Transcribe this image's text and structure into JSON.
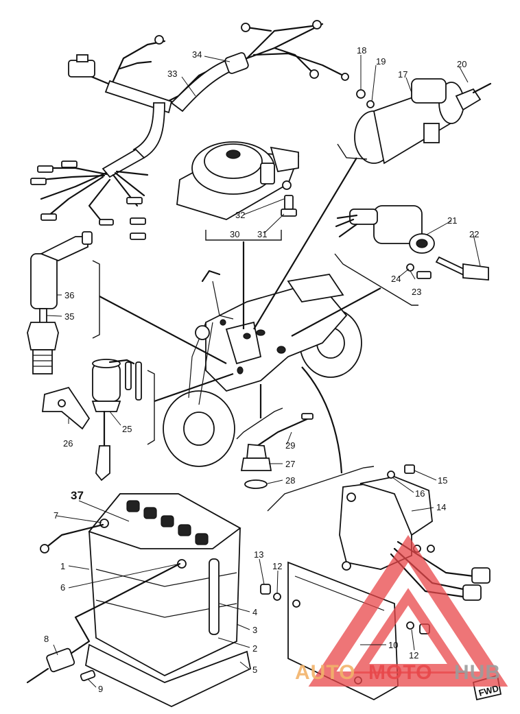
{
  "callouts": [
    {
      "id": "c1",
      "label": "1"
    },
    {
      "id": "c2",
      "label": "2"
    },
    {
      "id": "c3",
      "label": "3"
    },
    {
      "id": "c4",
      "label": "4"
    },
    {
      "id": "c5",
      "label": "5"
    },
    {
      "id": "c6",
      "label": "6"
    },
    {
      "id": "c7",
      "label": "7"
    },
    {
      "id": "c8",
      "label": "8"
    },
    {
      "id": "c9",
      "label": "9"
    },
    {
      "id": "c10",
      "label": "10"
    },
    {
      "id": "c12a",
      "label": "12"
    },
    {
      "id": "c12b",
      "label": "12"
    },
    {
      "id": "c13",
      "label": "13"
    },
    {
      "id": "c14",
      "label": "14"
    },
    {
      "id": "c15",
      "label": "15"
    },
    {
      "id": "c16",
      "label": "16"
    },
    {
      "id": "c17",
      "label": "17"
    },
    {
      "id": "c18",
      "label": "18"
    },
    {
      "id": "c19",
      "label": "19"
    },
    {
      "id": "c20",
      "label": "20"
    },
    {
      "id": "c21",
      "label": "21"
    },
    {
      "id": "c22",
      "label": "22"
    },
    {
      "id": "c23",
      "label": "23"
    },
    {
      "id": "c24",
      "label": "24"
    },
    {
      "id": "c25",
      "label": "25"
    },
    {
      "id": "c26",
      "label": "26"
    },
    {
      "id": "c27",
      "label": "27"
    },
    {
      "id": "c28",
      "label": "28"
    },
    {
      "id": "c29",
      "label": "29"
    },
    {
      "id": "c30",
      "label": "30"
    },
    {
      "id": "c31",
      "label": "31"
    },
    {
      "id": "c32",
      "label": "32"
    },
    {
      "id": "c33",
      "label": "33"
    },
    {
      "id": "c34",
      "label": "34"
    },
    {
      "id": "c35",
      "label": "35"
    },
    {
      "id": "c36",
      "label": "36"
    },
    {
      "id": "c37",
      "label": "37"
    }
  ],
  "fwd_tag": "FWD",
  "watermark": {
    "text_part1": "AUTO",
    "text_part2": "MOTO",
    "text_part3": "HUB",
    "color_orange": "#f2b36a",
    "color_red": "#e8474a",
    "color_gray": "#9c9c9c"
  },
  "colors": {
    "line": "#111111",
    "background": "#ffffff"
  }
}
